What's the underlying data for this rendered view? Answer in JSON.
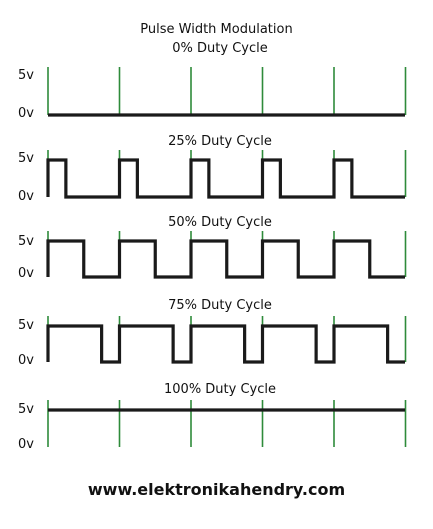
{
  "title": "Pulse Width Modulation",
  "voltage_high": "5v",
  "voltage_low": "0v",
  "footer_url": "www.elektronikahendry.com",
  "colors": {
    "waveform": "#1a1a1a",
    "gridline": "#2e8b3a"
  },
  "panels": [
    {
      "label": "0% Duty Cycle",
      "duty": 0
    },
    {
      "label": "25% Duty Cycle",
      "duty": 0.25
    },
    {
      "label": "50% Duty Cycle",
      "duty": 0.5
    },
    {
      "label": "75% Duty Cycle",
      "duty": 0.75
    },
    {
      "label": "100% Duty Cycle",
      "duty": 1
    }
  ],
  "periods_per_panel": 5
}
